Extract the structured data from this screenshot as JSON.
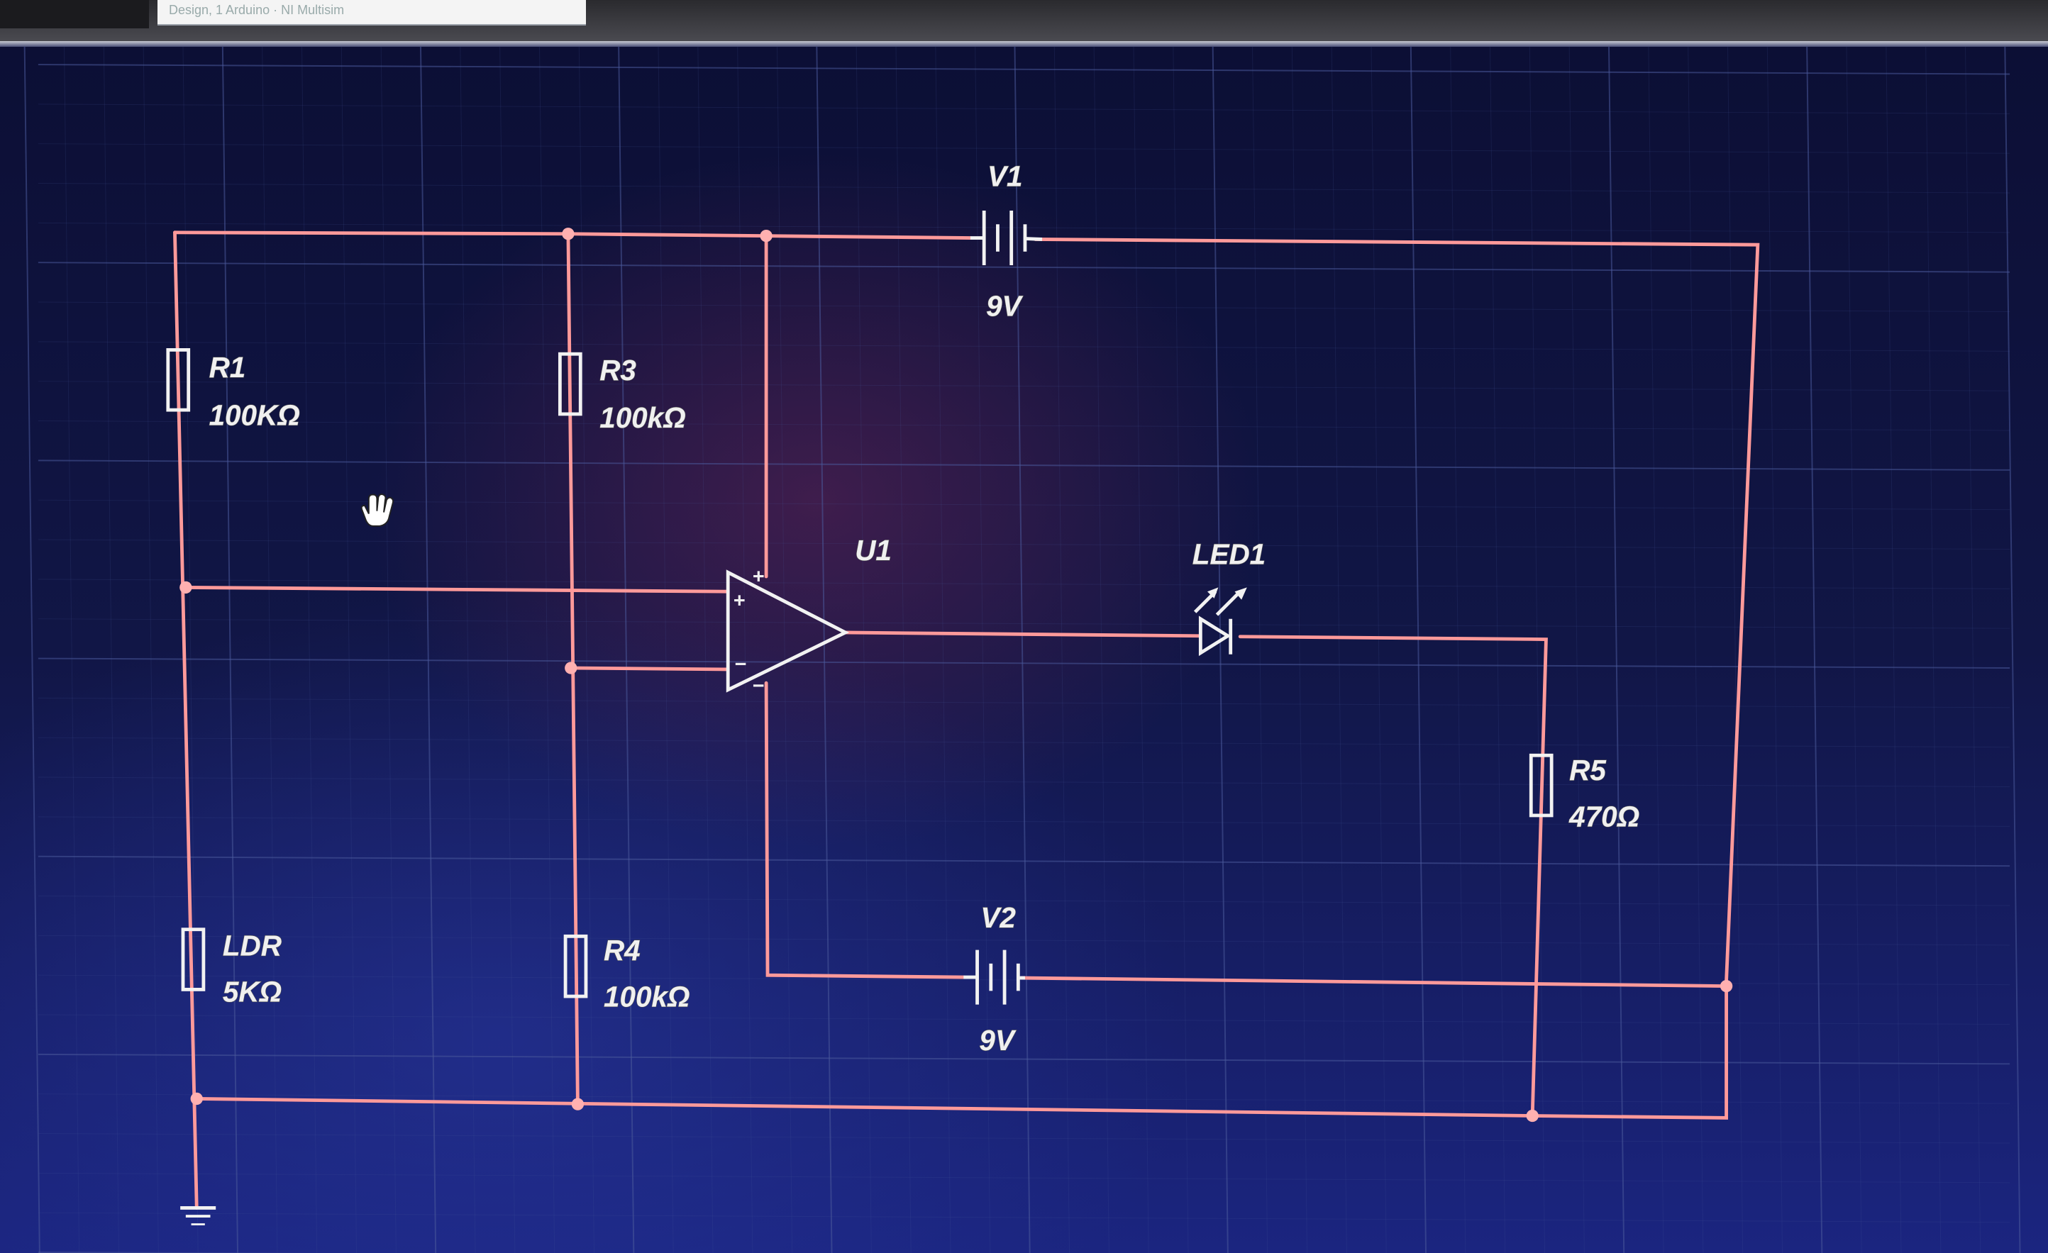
{
  "window": {
    "topbar_text": "Design, 1 Arduino · NI Multisim"
  },
  "components": {
    "r1": {
      "ref": "R1",
      "value": "100KΩ"
    },
    "r3": {
      "ref": "R3",
      "value": "100kΩ"
    },
    "r4": {
      "ref": "R4",
      "value": "100kΩ"
    },
    "r5": {
      "ref": "R5",
      "value": "470Ω"
    },
    "ldr": {
      "ref": "LDR",
      "value": "5KΩ"
    },
    "v1": {
      "ref": "V1",
      "value": "9V"
    },
    "v2": {
      "ref": "V2",
      "value": "9V"
    },
    "u1": {
      "ref": "U1",
      "pin_plus": "+",
      "pin_minus": "−",
      "supply_plus": "+",
      "supply_minus": "−"
    },
    "led1": {
      "ref": "LED1"
    }
  },
  "colors": {
    "wire": "#ff9a9a",
    "component": "#f2f2f2",
    "canvas": "#0f1440",
    "grid": "#4a5a9a"
  },
  "icons": {
    "cursor": "hand-cursor-icon",
    "ground": "ground-icon"
  }
}
